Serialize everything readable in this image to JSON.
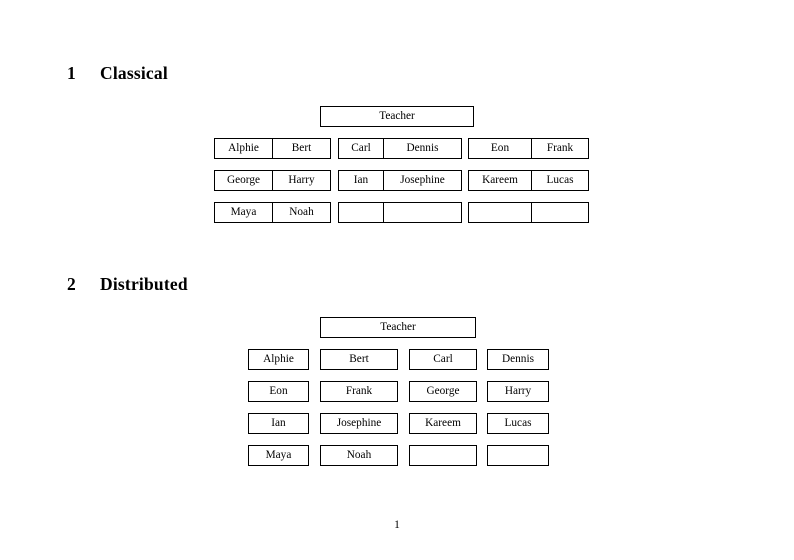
{
  "document": {
    "page_number": "1",
    "sections": [
      {
        "number": "1",
        "title": "Classical",
        "root_label": "Teacher",
        "groups": [
          {
            "name": "group-1",
            "rows": [
              [
                "Alphie",
                "Bert"
              ],
              [
                "George",
                "Harry"
              ],
              [
                "Maya",
                "Noah"
              ]
            ]
          },
          {
            "name": "group-2",
            "rows": [
              [
                "Carl",
                "Dennis"
              ],
              [
                "Ian",
                "Josephine"
              ],
              [
                "",
                ""
              ]
            ]
          },
          {
            "name": "group-3",
            "rows": [
              [
                "Eon",
                "Frank"
              ],
              [
                "Kareem",
                "Lucas"
              ],
              [
                "",
                ""
              ]
            ]
          }
        ]
      },
      {
        "number": "2",
        "title": "Distributed",
        "root_label": "Teacher",
        "columns": [
          {
            "name": "column-1",
            "cells": [
              "Alphie",
              "Eon",
              "Ian",
              "Maya"
            ]
          },
          {
            "name": "column-2",
            "cells": [
              "Bert",
              "Frank",
              "Josephine",
              "Noah"
            ]
          },
          {
            "name": "column-3",
            "cells": [
              "Carl",
              "George",
              "Kareem",
              ""
            ]
          },
          {
            "name": "column-4",
            "cells": [
              "Dennis",
              "Harry",
              "Lucas",
              ""
            ]
          }
        ]
      }
    ]
  },
  "colors": {
    "page_background": "#ffffff",
    "text": "#000000",
    "box_border": "#000000"
  }
}
